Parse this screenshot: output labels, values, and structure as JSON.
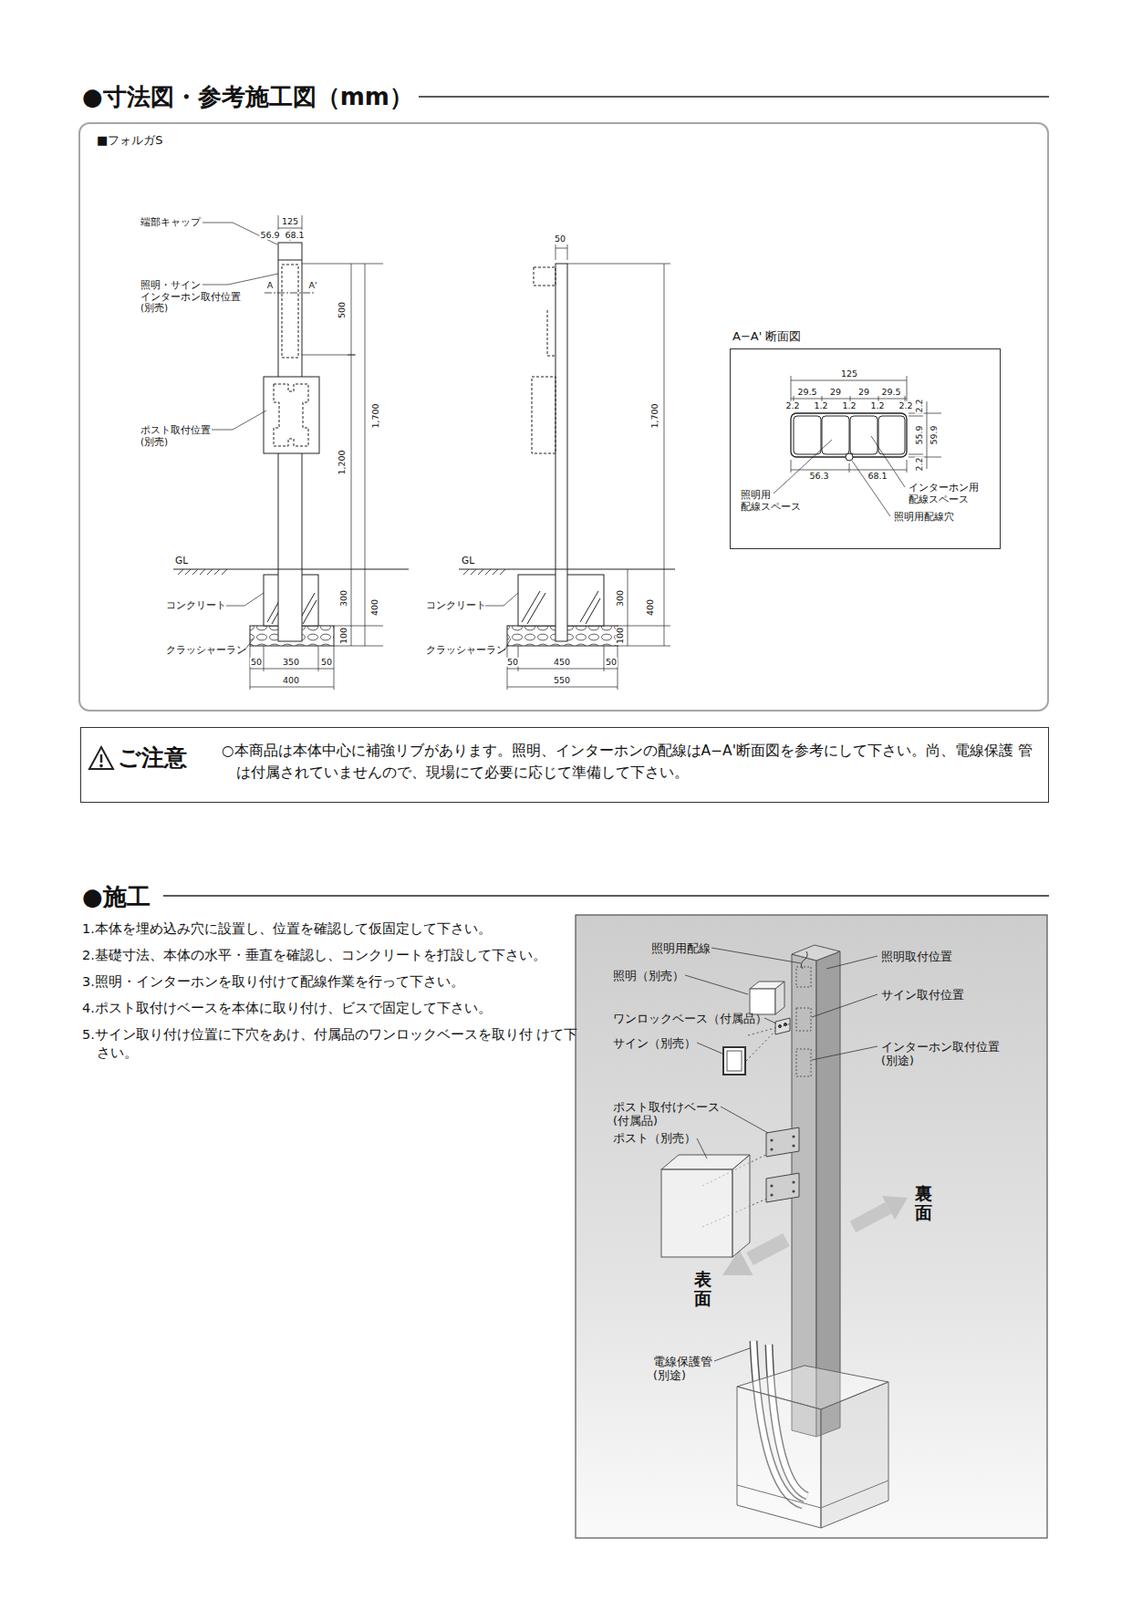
{
  "diagram": {
    "title": "●寸法図・参考施工図（mm）",
    "nodes": [
      {
        "text": [
          "■フォルガS"
        ]
      },
      {
        "text": [
          "A−A' 断面図"
        ],
        "in": 0
      },
      {
        "text": [
          "ご注意",
          "○本商品は本体中心に補強リブがあります。照明、インターホンの配線はA−A'断面図を参考にして下さい。尚、電線保護 管は付属されていませんので、現場にて必要に応じて準備して下さい。"
        ]
      }
    ],
    "labels": [
      "●施工",
      "1.本体を埋め込み穴に設置し、位置を確認して仮固定して下さい。",
      "2.基礎寸法、本体の水平・垂直を確認し、コンクリートを打設して下さい。",
      "3.照明・インターホンを取り付けて配線作業を行って下さい。",
      "4.ポスト取付けベースを本体に取り付け、ビスで固定して下さい。",
      "5.サイン取り付け位置に下穴をあけ、付属品のワンロックベースを取り付 けて下さい。",
      "端部キャップ",
      "125",
      "56.9",
      "68.1",
      "照明・サイン インターホン取付位置 (別売)",
      "A",
      "A'",
      "500",
      "ポスト取付位置 (別売)",
      "1,700",
      "1,200",
      "GL",
      "コンクリート",
      "300",
      "400",
      "100",
      "クラッシャーラン",
      "50",
      "350",
      "50",
      "400",
      "50",
      "1,700",
      "GL",
      "コンクリート",
      "300",
      "400",
      "100",
      "クラッシャーラン",
      "50",
      "450",
      "50",
      "550",
      "125",
      "29.5",
      "29",
      "29",
      "29.5",
      "2.2",
      "1.2",
      "1.2",
      "1.2",
      "2.2",
      "2.2",
      "55.9",
      "59.9",
      "2.2",
      "56.3",
      "68.1",
      "照明用 配線スペース",
      "インターホン用 配線スペース",
      "照明用配線穴",
      "照明用配線",
      "照明取付位置",
      "照明（別売）",
      "サイン取付位置",
      "ワンロックベース（付属品）",
      "サイン（別売）",
      "インターホン取付位置 (別途)",
      "ポスト取付けベース (付属品)",
      "ポスト（別売）",
      "裏面",
      "表面",
      "電線保護管 (別途)"
    ]
  }
}
